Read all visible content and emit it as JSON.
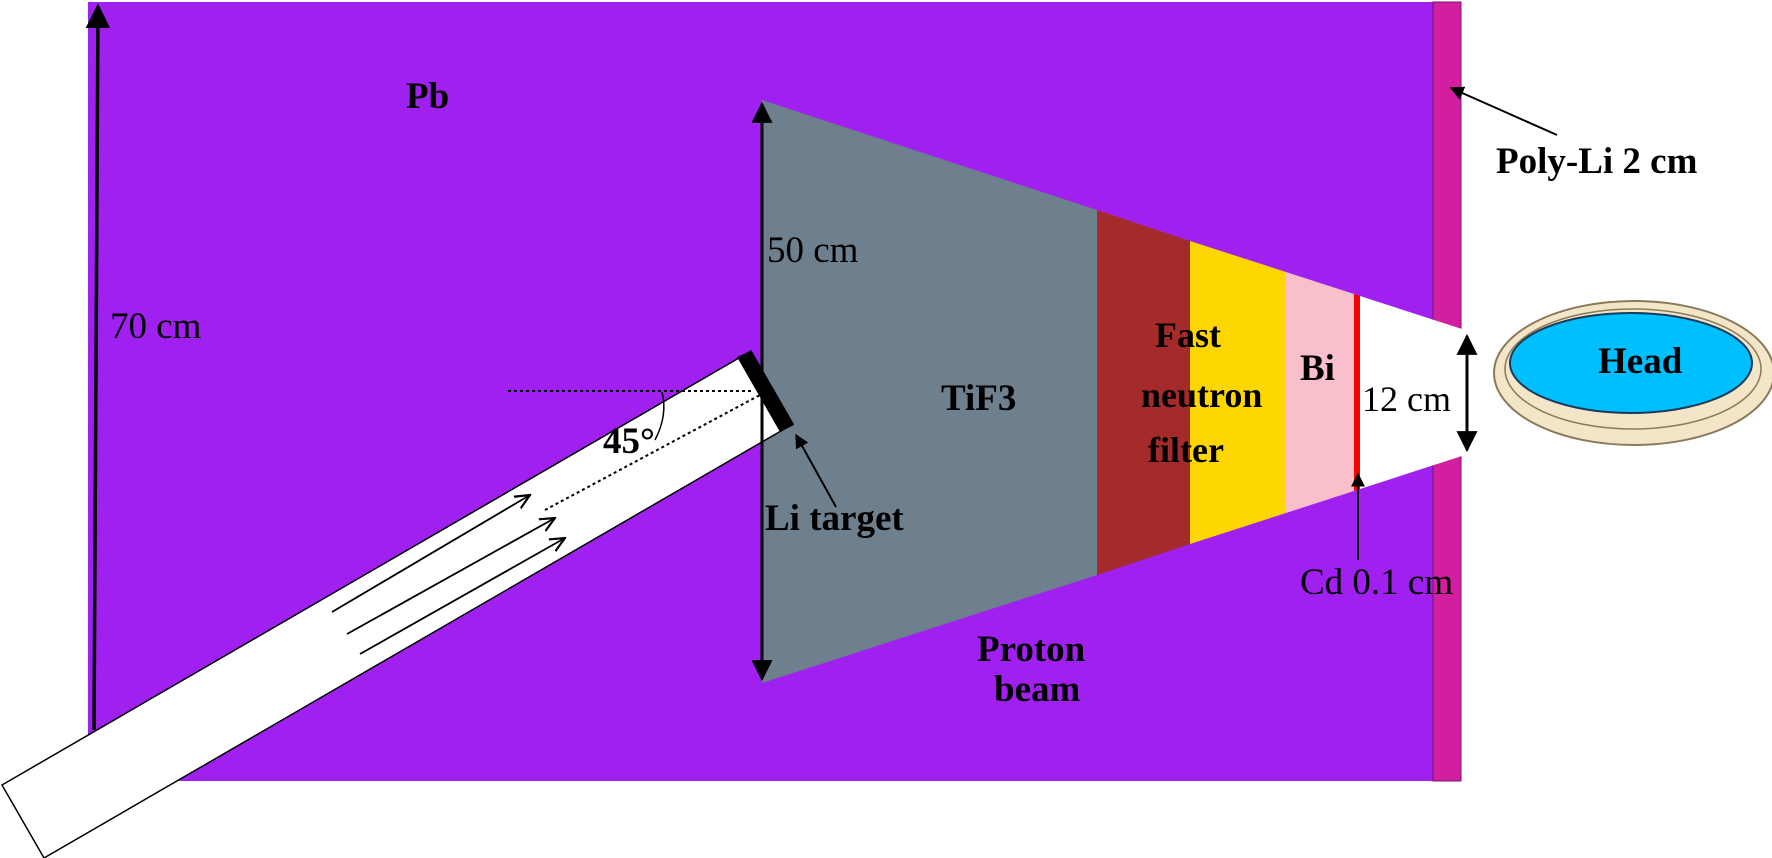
{
  "labels": {
    "pb": "Pb",
    "poly_li": "Poly-Li 2 cm",
    "height_70": "70 cm",
    "height_50": "50 cm",
    "tif3": "TiF3",
    "fast_line1": "Fast",
    "fast_line2": "neutron",
    "fast_line3": "filter",
    "bi": "Bi",
    "aperture_12": "12 cm",
    "head": "Head",
    "angle": "45°",
    "li_target": "Li target",
    "cd": "Cd 0.1 cm",
    "proton_line1": "Proton",
    "proton_line2": "beam"
  },
  "colors": {
    "pb": "#a020f0",
    "poly_li": "#d11fa0",
    "tif3": "#6e7f8d",
    "fast_filter": "#a52a2a",
    "yellow_layer": "#ffd700",
    "bi": "#f9c0cb",
    "cd": "#ff0000",
    "head_fill": "#00bfff",
    "head_rim": "#f3e5c8",
    "beam_tube": "#ffffff",
    "target": "#000000"
  }
}
